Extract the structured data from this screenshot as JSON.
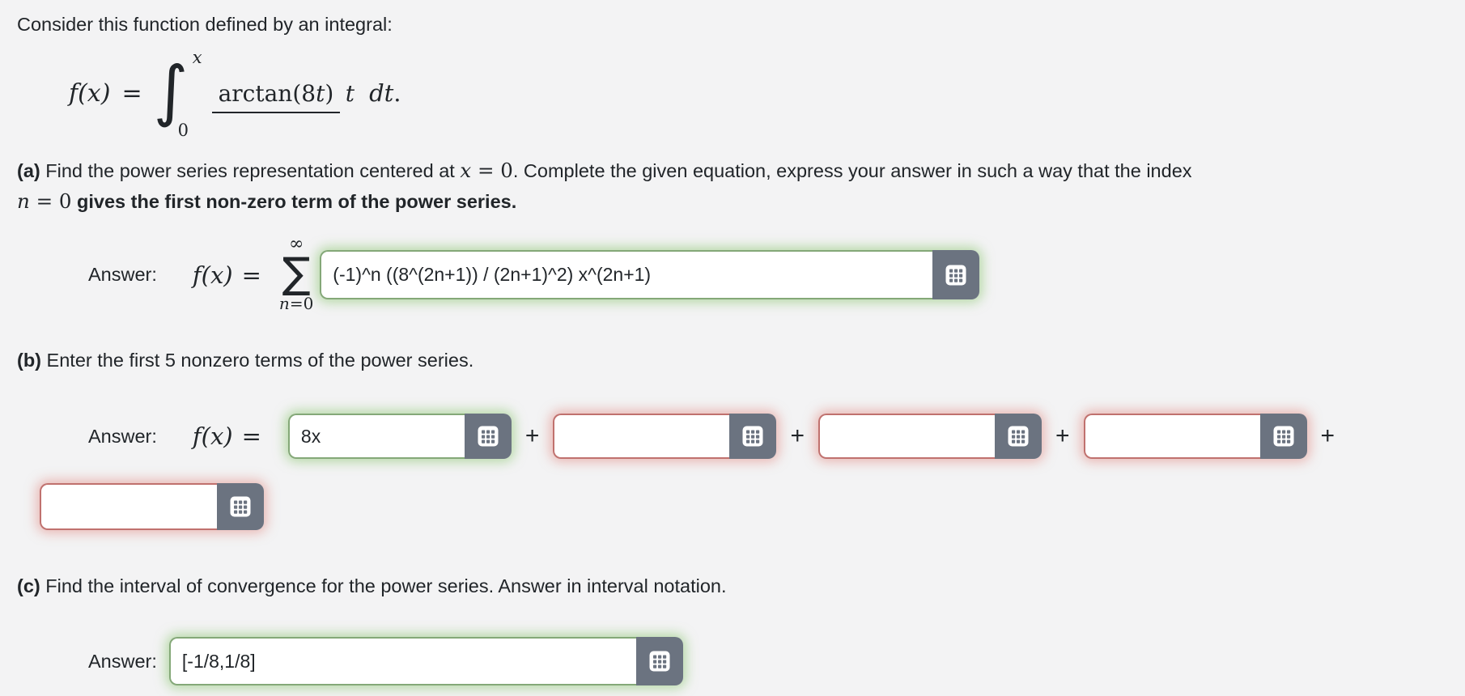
{
  "page": {
    "title": "Consider this function defined by an integral:"
  },
  "formula": {
    "lhs": "f(x)",
    "equals": "=",
    "integral_symbol": "∫",
    "upper_limit": "x",
    "lower_limit": "0",
    "numerator": {
      "prefix": "arctan(8",
      "var": "t",
      "suffix": ")"
    },
    "denominator": "t",
    "differential": "dt",
    "period": "."
  },
  "part_a": {
    "label": "(a)",
    "text_1": " Find the power series representation centered at ",
    "math_1": {
      "var": "x",
      "rest": " = 0"
    },
    "text_2": ". Complete the given equation, express your answer in such a way that the index",
    "math_2": {
      "var": "n",
      "rest": " = 0"
    },
    "bold_text": " gives the first non-zero term of the power series.",
    "answer_label": "Answer:",
    "fx": "f(x)",
    "equals": "=",
    "sigma": {
      "upper": "∞",
      "symbol": "∑",
      "lower_var": "n",
      "lower_rest": "=0"
    },
    "input_value": "(-1)^n ((8^(2n+1)) / (2n+1)^2) x^(2n+1)",
    "input_state": "correct"
  },
  "part_b": {
    "label": "(b)",
    "text": " Enter the first 5 nonzero terms of the power series.",
    "answer_label": "Answer:",
    "fx": "f(x)",
    "equals": "=",
    "plus": "+",
    "terms": [
      {
        "value": "8x",
        "state": "correct"
      },
      {
        "value": "",
        "state": "incorrect"
      },
      {
        "value": "",
        "state": "incorrect"
      },
      {
        "value": "",
        "state": "incorrect"
      },
      {
        "value": "",
        "state": "incorrect"
      }
    ]
  },
  "part_c": {
    "label": "(c)",
    "text": " Find the interval of convergence for the power series. Answer in interval notation.",
    "answer_label": "Answer:",
    "input_value": "[-1/8,1/8]",
    "input_state": "correct"
  },
  "icons": {
    "keypad": "keypad-icon"
  },
  "colors": {
    "correct_border": "#84a878",
    "incorrect_border": "#c0716e",
    "keypad_button": "#6b7380",
    "text": "#212529",
    "background": "#f3f3f4"
  }
}
